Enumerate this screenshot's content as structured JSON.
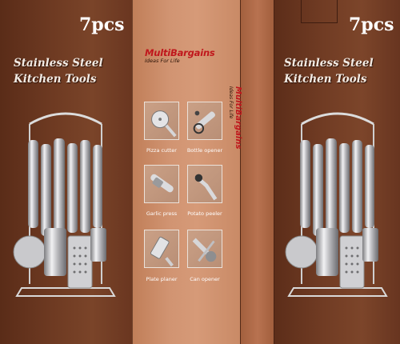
{
  "package": {
    "count_left": "7pcs",
    "count_right": "7pcs",
    "title_line1": "Stainless Steel",
    "title_line2": "Kitchen Tools",
    "brand_name": "MultiBargains",
    "brand_tagline": "Ideas For Life",
    "tools": [
      {
        "label": "Pizza cutter",
        "icon": "pizza-cutter-icon"
      },
      {
        "label": "Bottle opener",
        "icon": "bottle-opener-icon"
      },
      {
        "label": "Garlic press",
        "icon": "garlic-press-icon"
      },
      {
        "label": "Potato peeler",
        "icon": "potato-peeler-icon"
      },
      {
        "label": "Plate planer",
        "icon": "plate-planer-icon"
      },
      {
        "label": "Can opener",
        "icon": "can-opener-icon"
      }
    ],
    "colors": {
      "dark_panel": "#6e3a22",
      "light_panel": "#d19472",
      "brand_red": "#c0171c"
    }
  }
}
